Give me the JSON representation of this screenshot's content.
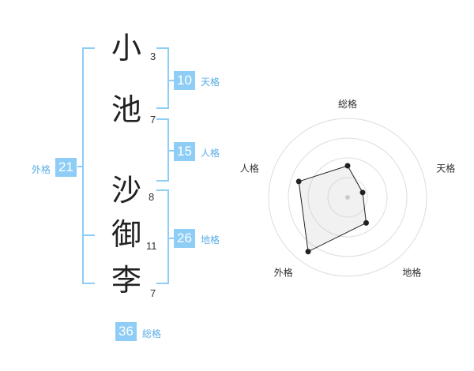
{
  "name": {
    "chars": [
      {
        "char": "小",
        "strokes": "3"
      },
      {
        "char": "池",
        "strokes": "7"
      },
      {
        "char": "沙",
        "strokes": "8"
      },
      {
        "char": "御",
        "strokes": "11"
      },
      {
        "char": "李",
        "strokes": "7"
      }
    ]
  },
  "kaku": {
    "ten": {
      "value": "10",
      "label": "天格"
    },
    "jin": {
      "value": "15",
      "label": "人格"
    },
    "chi": {
      "value": "26",
      "label": "地格"
    },
    "gai": {
      "value": "21",
      "label": "外格"
    },
    "sou": {
      "value": "36",
      "label": "総格"
    }
  },
  "colors": {
    "accent": "#8ecdf5",
    "label": "#5aaee5",
    "fill": "#f1f1f1",
    "line": "#222222",
    "ring": "#dddddd"
  },
  "chart_data": {
    "type": "radar",
    "axes": [
      "総格",
      "天格",
      "地格",
      "外格",
      "人格"
    ],
    "values": [
      0.4,
      0.2,
      0.4,
      0.85,
      0.65
    ],
    "range": [
      0,
      1
    ],
    "rings": 4
  }
}
